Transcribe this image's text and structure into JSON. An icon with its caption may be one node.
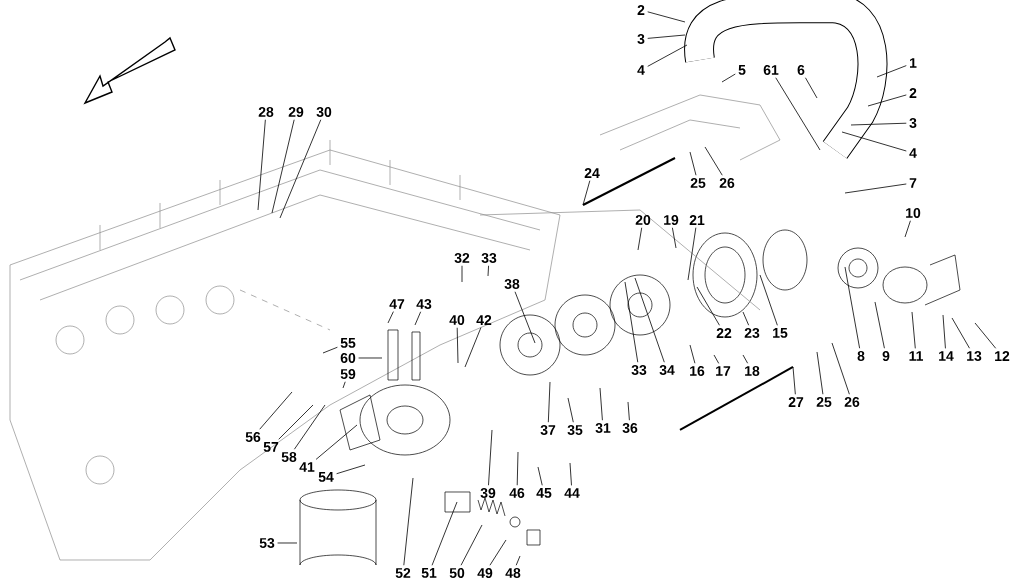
{
  "diagram": {
    "nodes": [
      {
        "text": [
          "2"
        ]
      },
      {
        "text": [
          "3"
        ]
      },
      {
        "text": [
          "1"
        ]
      },
      {
        "text": [
          "4"
        ]
      },
      {
        "text": [
          "5"
        ]
      },
      {
        "text": [
          "61"
        ]
      },
      {
        "text": [
          "6"
        ]
      },
      {
        "text": [
          "2"
        ]
      },
      {
        "text": [
          "28"
        ]
      },
      {
        "text": [
          "29"
        ]
      },
      {
        "text": [
          "30"
        ]
      },
      {
        "text": [
          "3"
        ]
      },
      {
        "text": [
          "4"
        ]
      },
      {
        "text": [
          "24"
        ]
      },
      {
        "text": [
          "25"
        ]
      },
      {
        "text": [
          "26"
        ]
      },
      {
        "text": [
          "7"
        ]
      },
      {
        "text": [
          "10"
        ]
      },
      {
        "text": [
          "20"
        ]
      },
      {
        "text": [
          "19"
        ]
      },
      {
        "text": [
          "21"
        ]
      },
      {
        "text": [
          "32"
        ]
      },
      {
        "text": [
          "33"
        ]
      },
      {
        "text": [
          "38"
        ]
      },
      {
        "text": [
          "47"
        ]
      },
      {
        "text": [
          "43"
        ]
      },
      {
        "text": [
          "40"
        ]
      },
      {
        "text": [
          "42"
        ]
      },
      {
        "text": [
          "22"
        ]
      },
      {
        "text": [
          "23"
        ]
      },
      {
        "text": [
          "15"
        ]
      },
      {
        "text": [
          "55"
        ]
      },
      {
        "text": [
          "8"
        ]
      },
      {
        "text": [
          "9"
        ]
      },
      {
        "text": [
          "11"
        ]
      },
      {
        "text": [
          "14"
        ]
      },
      {
        "text": [
          "13"
        ]
      },
      {
        "text": [
          "12"
        ]
      },
      {
        "text": [
          "60"
        ]
      },
      {
        "text": [
          "33"
        ]
      },
      {
        "text": [
          "34"
        ]
      },
      {
        "text": [
          "16"
        ]
      },
      {
        "text": [
          "17"
        ]
      },
      {
        "text": [
          "18"
        ]
      },
      {
        "text": [
          "59"
        ]
      },
      {
        "text": [
          "27"
        ]
      },
      {
        "text": [
          "25"
        ]
      },
      {
        "text": [
          "26"
        ]
      },
      {
        "text": [
          "37"
        ]
      },
      {
        "text": [
          "35"
        ]
      },
      {
        "text": [
          "31"
        ]
      },
      {
        "text": [
          "36"
        ]
      },
      {
        "text": [
          "56"
        ]
      },
      {
        "text": [
          "57"
        ]
      },
      {
        "text": [
          "58"
        ]
      },
      {
        "text": [
          "41"
        ]
      },
      {
        "text": [
          "54"
        ]
      },
      {
        "text": [
          "39"
        ]
      },
      {
        "text": [
          "46"
        ]
      },
      {
        "text": [
          "45"
        ]
      },
      {
        "text": [
          "44"
        ]
      },
      {
        "text": [
          "53"
        ]
      },
      {
        "text": [
          "52"
        ]
      },
      {
        "text": [
          "51"
        ]
      },
      {
        "text": [
          "50"
        ]
      },
      {
        "text": [
          "49"
        ]
      },
      {
        "text": [
          "48"
        ]
      }
    ],
    "edges": [
      {
        "from": 0,
        "to": null,
        "arrow": "none"
      },
      {
        "from": 1,
        "to": null,
        "arrow": "none"
      },
      {
        "from": 2,
        "to": null,
        "arrow": "none"
      },
      {
        "from": 3,
        "to": null,
        "arrow": "none"
      },
      {
        "from": 4,
        "to": null,
        "arrow": "none"
      },
      {
        "from": 5,
        "to": null,
        "arrow": "none"
      },
      {
        "from": 6,
        "to": null,
        "arrow": "none"
      },
      {
        "from": 7,
        "to": null,
        "arrow": "none"
      },
      {
        "from": 8,
        "to": null,
        "arrow": "none"
      },
      {
        "from": 9,
        "to": null,
        "arrow": "none"
      },
      {
        "from": 10,
        "to": null,
        "arrow": "none"
      },
      {
        "from": 11,
        "to": null,
        "arrow": "none"
      },
      {
        "from": 12,
        "to": null,
        "arrow": "none"
      },
      {
        "from": 13,
        "to": null,
        "arrow": "none"
      },
      {
        "from": 14,
        "to": null,
        "arrow": "none"
      },
      {
        "from": 15,
        "to": null,
        "arrow": "none"
      },
      {
        "from": 16,
        "to": null,
        "arrow": "none"
      },
      {
        "from": 17,
        "to": null,
        "arrow": "none"
      },
      {
        "from": 18,
        "to": null,
        "arrow": "none"
      },
      {
        "from": 19,
        "to": null,
        "arrow": "none"
      },
      {
        "from": 20,
        "to": null,
        "arrow": "none"
      },
      {
        "from": 21,
        "to": null,
        "arrow": "none"
      },
      {
        "from": 22,
        "to": null,
        "arrow": "none"
      },
      {
        "from": 23,
        "to": null,
        "arrow": "none"
      },
      {
        "from": 24,
        "to": null,
        "arrow": "none"
      },
      {
        "from": 25,
        "to": null,
        "arrow": "none"
      },
      {
        "from": 26,
        "to": null,
        "arrow": "none"
      },
      {
        "from": 27,
        "to": null,
        "arrow": "none"
      },
      {
        "from": 28,
        "to": null,
        "arrow": "none"
      },
      {
        "from": 29,
        "to": null,
        "arrow": "none"
      },
      {
        "from": 30,
        "to": null,
        "arrow": "none"
      },
      {
        "from": 31,
        "to": null,
        "arrow": "none"
      },
      {
        "from": 32,
        "to": null,
        "arrow": "none"
      },
      {
        "from": 33,
        "to": null,
        "arrow": "none"
      },
      {
        "from": 34,
        "to": null,
        "arrow": "none"
      },
      {
        "from": 35,
        "to": null,
        "arrow": "none"
      },
      {
        "from": 36,
        "to": null,
        "arrow": "none"
      },
      {
        "from": 37,
        "to": null,
        "arrow": "none"
      },
      {
        "from": 38,
        "to": null,
        "arrow": "none"
      },
      {
        "from": 39,
        "to": null,
        "arrow": "none"
      },
      {
        "from": 40,
        "to": null,
        "arrow": "none"
      },
      {
        "from": 41,
        "to": null,
        "arrow": "none"
      },
      {
        "from": 42,
        "to": null,
        "arrow": "none"
      },
      {
        "from": 43,
        "to": null,
        "arrow": "none"
      },
      {
        "from": 44,
        "to": null,
        "arrow": "none"
      },
      {
        "from": 45,
        "to": null,
        "arrow": "none"
      },
      {
        "from": 46,
        "to": null,
        "arrow": "none"
      },
      {
        "from": 47,
        "to": null,
        "arrow": "none"
      },
      {
        "from": 48,
        "to": null,
        "arrow": "none"
      },
      {
        "from": 49,
        "to": null,
        "arrow": "none"
      },
      {
        "from": 50,
        "to": null,
        "arrow": "none"
      },
      {
        "from": 51,
        "to": null,
        "arrow": "none"
      },
      {
        "from": 52,
        "to": null,
        "arrow": "none"
      },
      {
        "from": 53,
        "to": null,
        "arrow": "none"
      },
      {
        "from": 54,
        "to": null,
        "arrow": "none"
      },
      {
        "from": 55,
        "to": null,
        "arrow": "none"
      },
      {
        "from": 56,
        "to": null,
        "arrow": "none"
      },
      {
        "from": 57,
        "to": null,
        "arrow": "none"
      },
      {
        "from": 58,
        "to": null,
        "arrow": "none"
      },
      {
        "from": 59,
        "to": null,
        "arrow": "none"
      },
      {
        "from": 60,
        "to": null,
        "arrow": "none"
      },
      {
        "from": 61,
        "to": null,
        "arrow": "none"
      },
      {
        "from": 62,
        "to": null,
        "arrow": "none"
      },
      {
        "from": 63,
        "to": null,
        "arrow": "none"
      },
      {
        "from": 64,
        "to": null,
        "arrow": "none"
      },
      {
        "from": 65,
        "to": null,
        "arrow": "none"
      },
      {
        "from": 66,
        "to": null,
        "arrow": "none"
      }
    ]
  }
}
